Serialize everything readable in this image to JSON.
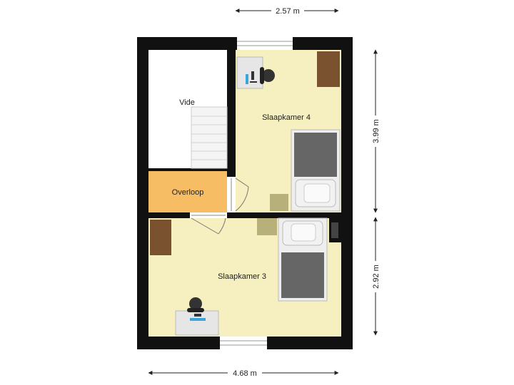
{
  "colors": {
    "wall": "#111111",
    "bedroom": "#f6efbf",
    "landing": "#f6bd64",
    "vide": "#ffffff",
    "floor_dark": "#555555",
    "wood": "#7a5230",
    "mat": "#b8b07a"
  },
  "rooms": {
    "vide": "Vide",
    "overloop": "Overloop",
    "slaapkamer4": "Slaapkamer 4",
    "slaapkamer3": "Slaapkamer 3"
  },
  "dimensions": {
    "top_width": "2.57 m",
    "bottom_width": "4.68 m",
    "right_upper": "3.99 m",
    "right_lower": "2.92 m"
  }
}
